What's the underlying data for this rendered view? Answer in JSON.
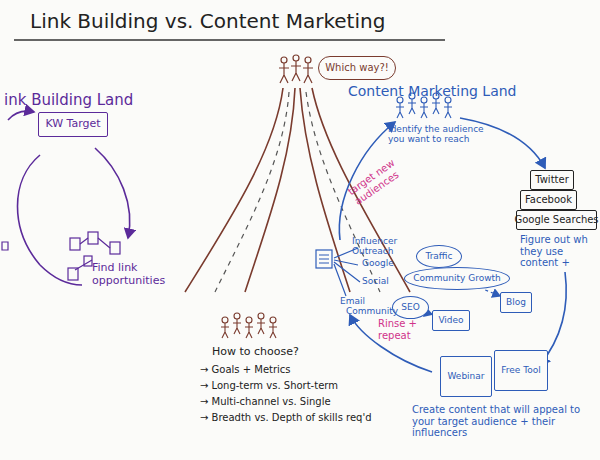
{
  "diagram": {
    "title": "Link Building vs. Content Marketing",
    "nodes": [
      {
        "text": [
          "Which way?!"
        ]
      },
      {
        "text": [
          "KW Target"
        ]
      },
      {
        "text": [
          "Twitter"
        ]
      },
      {
        "text": [
          "Facebook"
        ]
      },
      {
        "text": [
          "Google Searches"
        ]
      },
      {
        "text": [
          "Traffic"
        ]
      },
      {
        "text": [
          "Community Growth"
        ]
      },
      {
        "text": [
          "SEO"
        ]
      },
      {
        "text": [
          "Video"
        ]
      },
      {
        "text": [
          "Blog"
        ]
      },
      {
        "text": [
          "Webinar"
        ]
      },
      {
        "text": [
          "Free Tool"
        ]
      }
    ],
    "edges": [
      {
        "from": 6,
        "to": 9,
        "arrow": "to"
      },
      {
        "from": 7,
        "to": 8,
        "arrow": "to"
      }
    ],
    "labels": [
      "ink Building Land",
      "Find link opportunities",
      "Content Marketing Land",
      "Identify the audience you want to reach",
      "Figure out wh they use content +",
      "target new audiences",
      "Influencer Outreach",
      "Google",
      "Social",
      "Email",
      "Community",
      "Rinse + repeat",
      "Create content that will appeal to your target audience + their influencers",
      "How to choose?",
      "→ Goals + Metrics",
      "→ Long-term vs. Short-term",
      "→ Multi-channel vs. Single",
      "→ Breadth vs. Depth of skills req'd"
    ]
  }
}
